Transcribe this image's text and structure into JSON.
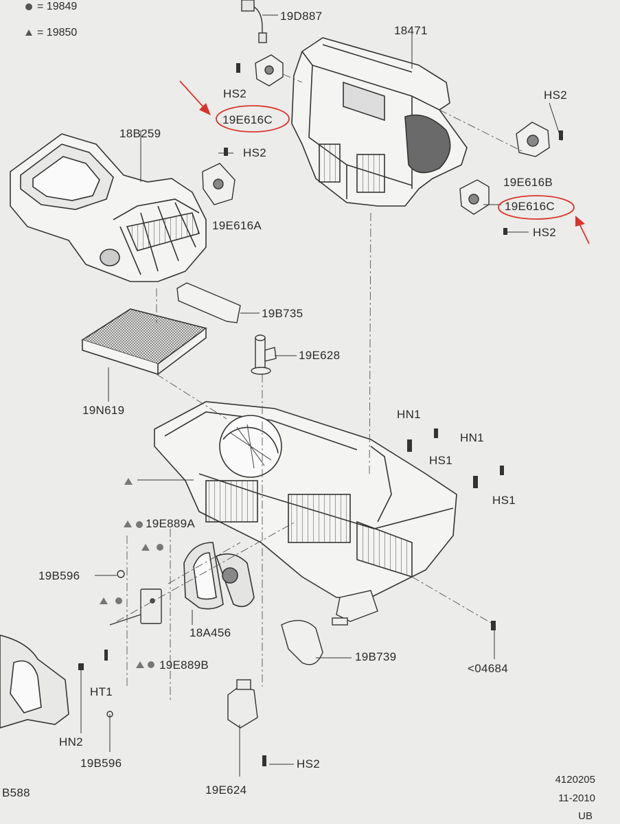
{
  "legend": [
    {
      "symbol": "dot-icon",
      "text": "= 19849"
    },
    {
      "symbol": "triangle-icon",
      "text": "= 19850"
    }
  ],
  "labels": {
    "p19D887": "19D887",
    "p18471": "18471",
    "hs2_a": "HS2",
    "p19E616C_a": "19E616C",
    "hs2_b": "HS2",
    "p18B259": "18B259",
    "hs2_c": "HS2",
    "p19E616A": "19E616A",
    "p19E616B": "19E616B",
    "p19E616C_b": "19E616C",
    "hs2_d": "HS2",
    "p19B735": "19B735",
    "p19E628": "19E628",
    "p19N619": "19N619",
    "hn1_a": "HN1",
    "hs1_a": "HS1",
    "hn1_b": "HN1",
    "hs1_b": "HS1",
    "p19E889A": "19E889A",
    "p19B596_a": "19B596",
    "p18A456": "18A456",
    "p19B739": "19B739",
    "p04684": "<04684",
    "p19E889B": "19E889B",
    "ht1": "HT1",
    "hn2": "HN2",
    "p19B596_b": "19B596",
    "p19E624": "19E624",
    "hs2_e": "HS2",
    "pB588": "B588"
  },
  "footer": {
    "number": "4120205",
    "date": "11-2010",
    "code": "UB"
  },
  "colors": {
    "ink": "#2a2a2a",
    "annotation_red": "#d9342b",
    "paper": "#ececea"
  }
}
